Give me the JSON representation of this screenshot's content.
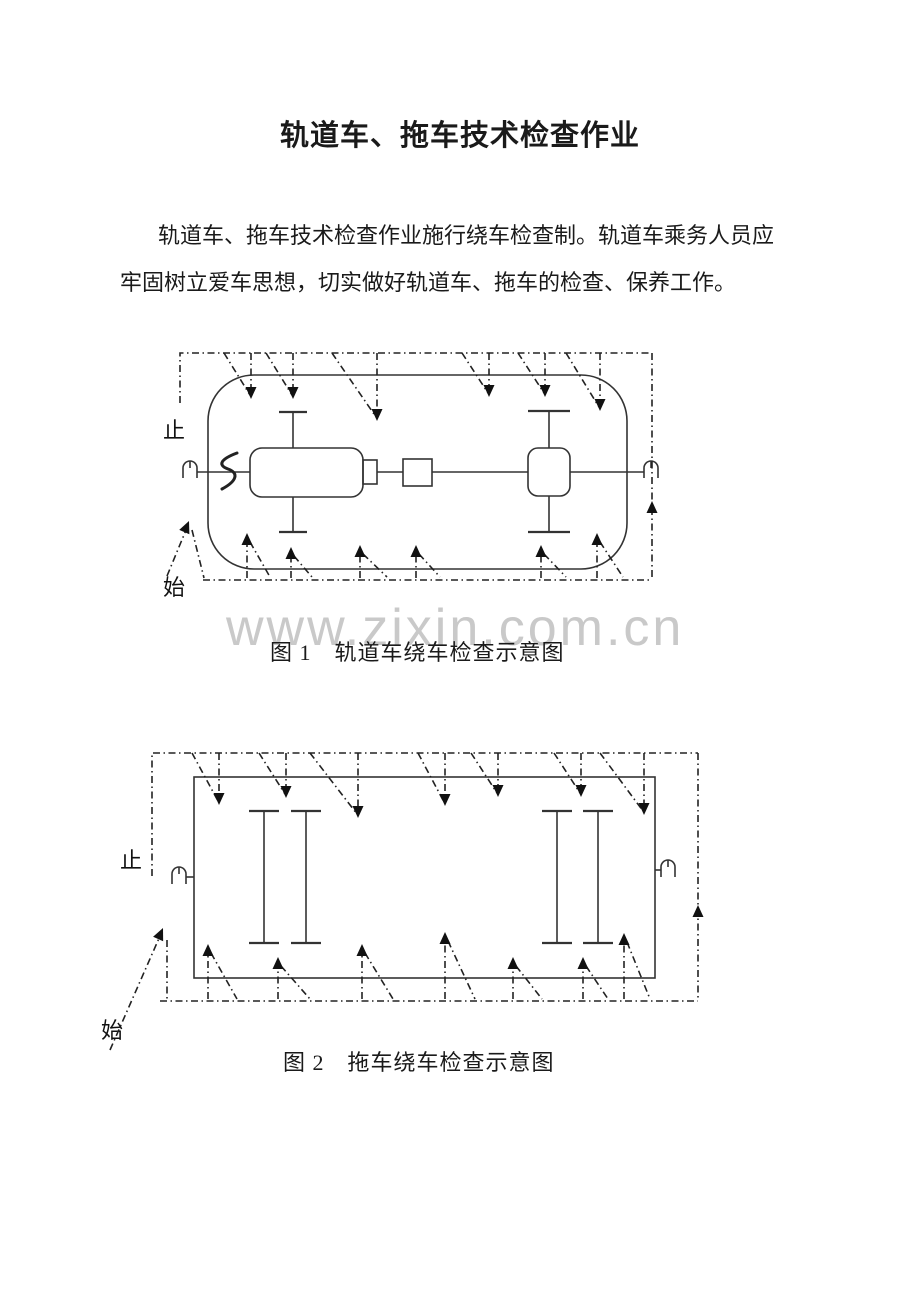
{
  "page": {
    "background": "#ffffff",
    "ink": "#1a1a1a",
    "watermark_color": "#c9c9c9"
  },
  "title": "轨道车、拖车技术检查作业",
  "paragraph": {
    "line1": "轨道车、拖车技术检查作业施行绕车检查制。轨道车乘务人员应",
    "line2": "牢固树立爱车思想，切实做好轨道车、拖车的检查、保养工作。"
  },
  "figure1": {
    "caption": "图 1　轨道车绕车检查示意图",
    "label_stop": "止",
    "label_start": "始"
  },
  "figure2": {
    "caption": "图 2　拖车绕车检查示意图",
    "label_stop": "止",
    "label_start": "始"
  },
  "watermark": {
    "text": "www.zixin.com.cn"
  }
}
